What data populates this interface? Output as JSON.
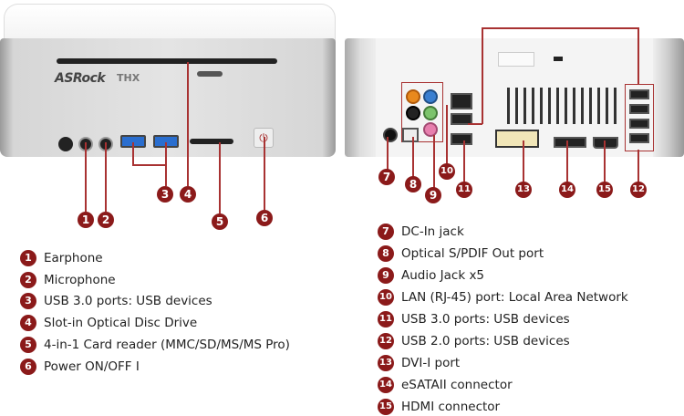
{
  "front_view": {
    "brand_logo": "ASRock",
    "thx_logo": "THX",
    "markers": [
      "1",
      "2",
      "3",
      "4",
      "5",
      "6"
    ]
  },
  "back_view": {
    "markers": [
      "7",
      "8",
      "9",
      "10",
      "11",
      "12",
      "13",
      "14",
      "15"
    ]
  },
  "legend_front": [
    {
      "num": "1",
      "label": "Earphone"
    },
    {
      "num": "2",
      "label": "Microphone"
    },
    {
      "num": "3",
      "label": "USB 3.0 ports: USB devices"
    },
    {
      "num": "4",
      "label": "Slot-in Optical Disc Drive"
    },
    {
      "num": "5",
      "label": "4-in-1 Card reader (MMC/SD/MS/MS Pro)"
    },
    {
      "num": "6",
      "label": "Power ON/OFF I"
    }
  ],
  "legend_back": [
    {
      "num": "7",
      "label": "DC-In jack"
    },
    {
      "num": "8",
      "label": "Optical S/PDIF Out port"
    },
    {
      "num": "9",
      "label": "Audio Jack x5"
    },
    {
      "num": "10",
      "label": "LAN (RJ-45) port: Local Area Network"
    },
    {
      "num": "11",
      "label": "USB 3.0 ports: USB devices"
    },
    {
      "num": "12",
      "label": "USB 2.0 ports: USB devices"
    },
    {
      "num": "13",
      "label": "DVI-I port"
    },
    {
      "num": "14",
      "label": "eSATAII connector"
    },
    {
      "num": "15",
      "label": "HDMI connector"
    }
  ],
  "colors": {
    "marker": "#8b1a1a",
    "leader_line": "#a83232"
  }
}
